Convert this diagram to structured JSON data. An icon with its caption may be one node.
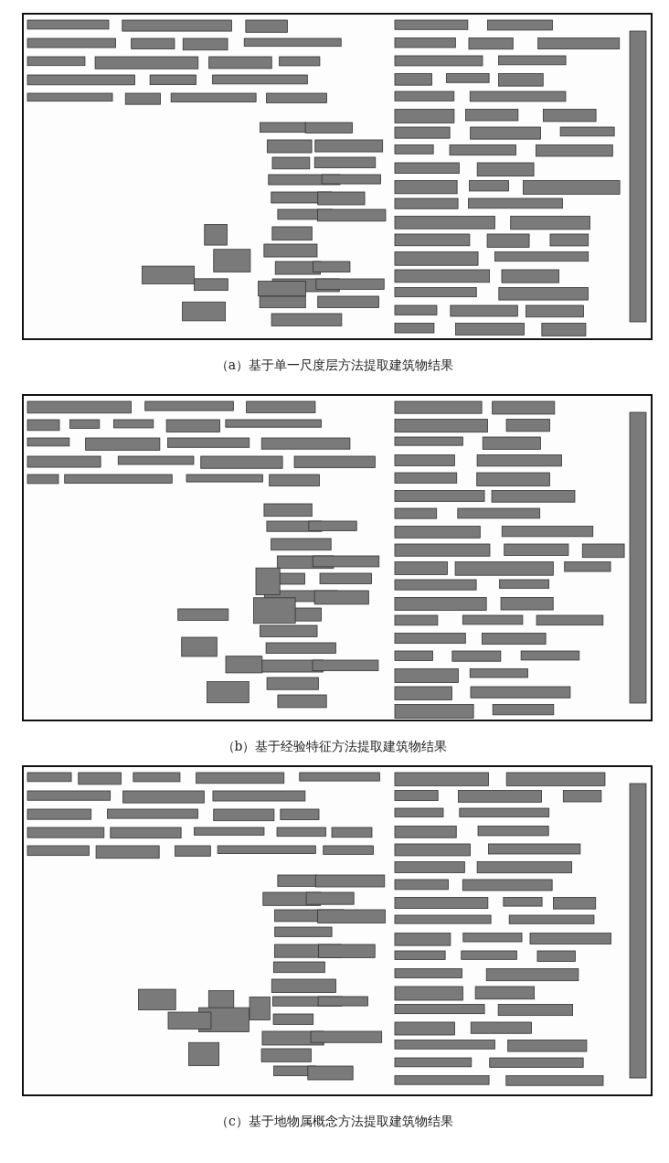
{
  "diagram": {
    "labels": [
      "（a）基于单一尺度层方法提取建筑物结果",
      "（b）基于经验特征方法提取建筑物结果",
      "（c）基于地物属概念方法提取建筑物结果"
    ]
  }
}
